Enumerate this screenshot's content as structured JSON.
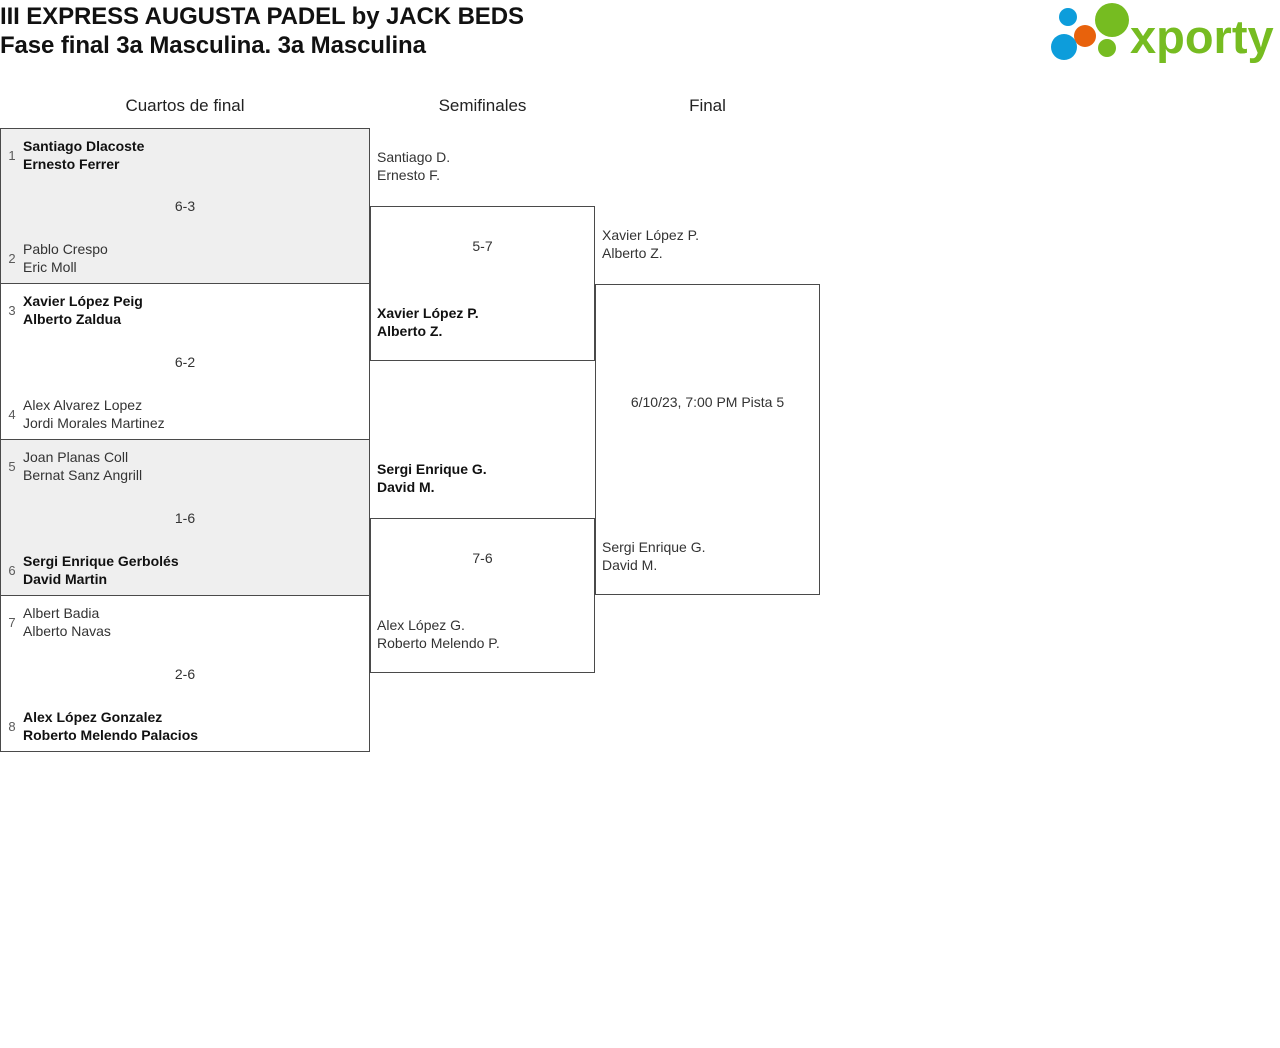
{
  "header": {
    "title_line_1": "III EXPRESS AUGUSTA PADEL by JACK BEDS",
    "title_line_2": "Fase final 3a Masculina. 3a Masculina",
    "logo_text": "xporty",
    "logo_colors": {
      "green": "#76bc21",
      "orange": "#e8620c",
      "blue": "#0d9ddb"
    }
  },
  "rounds": [
    {
      "label": "Cuartos de final"
    },
    {
      "label": "Semifinales"
    },
    {
      "label": "Final"
    }
  ],
  "bracket": {
    "quarterfinals": [
      {
        "score": "6-3",
        "top": {
          "seed": "1",
          "players": [
            "Santiago Dlacoste",
            "Ernesto Ferrer"
          ],
          "winner": true
        },
        "bottom": {
          "seed": "2",
          "players": [
            "Pablo Crespo",
            "Eric Moll"
          ],
          "winner": false
        }
      },
      {
        "score": "6-2",
        "top": {
          "seed": "3",
          "players": [
            "Xavier López Peig",
            "Alberto Zaldua"
          ],
          "winner": true
        },
        "bottom": {
          "seed": "4",
          "players": [
            "Alex Alvarez Lopez",
            "Jordi Morales Martinez"
          ],
          "winner": false
        }
      },
      {
        "score": "1-6",
        "top": {
          "seed": "5",
          "players": [
            "Joan Planas Coll",
            "Bernat Sanz Angrill"
          ],
          "winner": false
        },
        "bottom": {
          "seed": "6",
          "players": [
            "Sergi Enrique Gerbolés",
            "David Martin"
          ],
          "winner": true
        }
      },
      {
        "score": "2-6",
        "top": {
          "seed": "7",
          "players": [
            "Albert Badia",
            "Alberto Navas"
          ],
          "winner": false
        },
        "bottom": {
          "seed": "8",
          "players": [
            "Alex López Gonzalez",
            "Roberto Melendo Palacios"
          ],
          "winner": true
        }
      }
    ],
    "semifinals": [
      {
        "score": "5-7",
        "top": {
          "players": [
            "Santiago D.",
            "Ernesto F."
          ],
          "winner": false
        },
        "bottom": {
          "players": [
            "Xavier López P.",
            "Alberto Z."
          ],
          "winner": true
        }
      },
      {
        "score": "7-6",
        "top": {
          "players": [
            "Sergi Enrique G.",
            "David M."
          ],
          "winner": true
        },
        "bottom": {
          "players": [
            "Alex López G.",
            "Roberto Melendo P."
          ],
          "winner": false
        }
      }
    ],
    "final": [
      {
        "score": "6/10/23, 7:00 PM Pista 5",
        "top": {
          "players": [
            "Xavier López P.",
            "Alberto Z."
          ],
          "winner": false
        },
        "bottom": {
          "players": [
            "Sergi Enrique G.",
            "David M."
          ],
          "winner": false
        }
      }
    ]
  }
}
